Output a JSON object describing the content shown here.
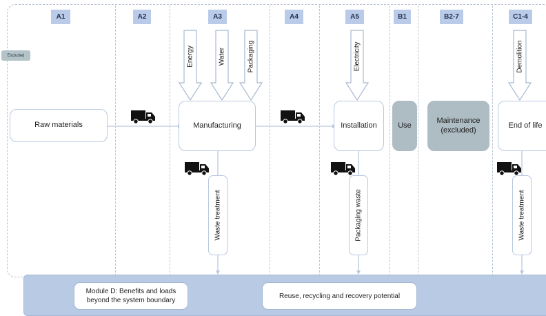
{
  "stages": [
    "A1",
    "A2",
    "A3",
    "A4",
    "A5",
    "B1",
    "B2-7",
    "C1-4"
  ],
  "legend": {
    "excluded_label": "Excluded"
  },
  "processes": {
    "raw_materials": "Raw materials",
    "manufacturing": "Manufacturing",
    "installation": "Installation",
    "use": "Use",
    "maintenance": "Maintenance\n(excluded)",
    "end_of_life": "End of life"
  },
  "inputs": {
    "energy": "Energy",
    "water": "Water",
    "packaging": "Packaging",
    "electricity": "Electricity",
    "demolition": "Demolition"
  },
  "outputs": {
    "waste_treatment_a3": "Waste treatment",
    "packaging_waste": "Packaging waste",
    "waste_treatment_c": "Waste treatment"
  },
  "module_d": {
    "benefits": "Module D: Benefits and loads\nbeyond the system boundary",
    "reuse": "Reuse, recycling and recovery potential"
  },
  "colors": {
    "stage_label_bg": "#b9cbe8",
    "excluded_fill": "#aebcc3",
    "module_d_bg": "#b9cae4",
    "dashed_line": "#b9c3d3",
    "box_border": "#b8c8df"
  },
  "icons": [
    "truck-icon"
  ]
}
